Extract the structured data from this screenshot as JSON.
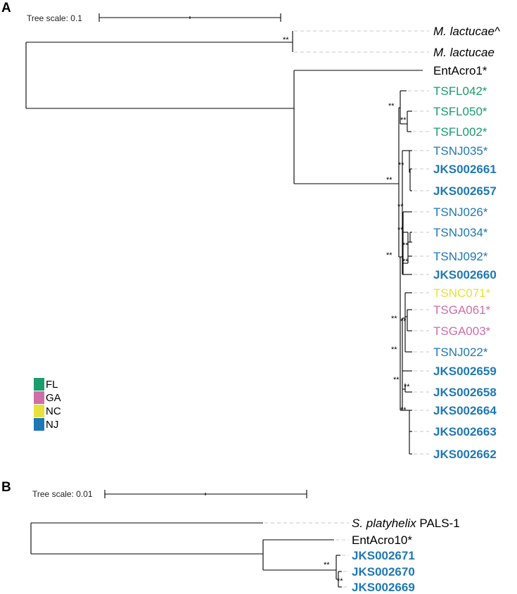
{
  "panel_a": {
    "letter": "A",
    "scale_label": "Tree scale: 0.1",
    "taxa": [
      {
        "plain": "",
        "italic": "M. lactucae^",
        "color": "#000000",
        "bold": false
      },
      {
        "plain": "",
        "italic": "M. lactucae",
        "color": "#000000",
        "bold": false
      },
      {
        "plain": "EntAcro1*",
        "italic": "",
        "color": "#000000",
        "bold": false
      },
      {
        "plain": "TSFL042*",
        "italic": "",
        "color": "#1a9c6c",
        "bold": false
      },
      {
        "plain": "TSFL050*",
        "italic": "",
        "color": "#1a9c6c",
        "bold": false
      },
      {
        "plain": "TSFL002*",
        "italic": "",
        "color": "#1a9c6c",
        "bold": false
      },
      {
        "plain": "TSNJ035*",
        "italic": "",
        "color": "#1f78b4",
        "bold": false
      },
      {
        "plain": "JKS002661",
        "italic": "",
        "color": "#1f78b4",
        "bold": true
      },
      {
        "plain": "JKS002657",
        "italic": "",
        "color": "#1f78b4",
        "bold": true
      },
      {
        "plain": "TSNJ026*",
        "italic": "",
        "color": "#1f78b4",
        "bold": false
      },
      {
        "plain": "TSNJ034*",
        "italic": "",
        "color": "#1f78b4",
        "bold": false
      },
      {
        "plain": "TSNJ092*",
        "italic": "",
        "color": "#1f78b4",
        "bold": false
      },
      {
        "plain": "JKS002660",
        "italic": "",
        "color": "#1f78b4",
        "bold": true
      },
      {
        "plain": "TSNC071*",
        "italic": "",
        "color": "#e6e13c",
        "bold": false
      },
      {
        "plain": "TSGA061*",
        "italic": "",
        "color": "#d06ea8",
        "bold": false
      },
      {
        "plain": "TSGA003*",
        "italic": "",
        "color": "#d06ea8",
        "bold": false
      },
      {
        "plain": "TSNJ022*",
        "italic": "",
        "color": "#1f78b4",
        "bold": false
      },
      {
        "plain": "JKS002659",
        "italic": "",
        "color": "#1f78b4",
        "bold": true
      },
      {
        "plain": "JKS002658",
        "italic": "",
        "color": "#1f78b4",
        "bold": true
      },
      {
        "plain": "JKS002664",
        "italic": "",
        "color": "#1f78b4",
        "bold": true
      },
      {
        "plain": "JKS002663",
        "italic": "",
        "color": "#1f78b4",
        "bold": true
      },
      {
        "plain": "JKS002662",
        "italic": "",
        "color": "#1f78b4",
        "bold": true
      }
    ],
    "support_label": "**",
    "legend": [
      {
        "label": "FL",
        "color": "#1a9c6c"
      },
      {
        "label": "GA",
        "color": "#d06ea8"
      },
      {
        "label": "NC",
        "color": "#e6e13c"
      },
      {
        "label": "NJ",
        "color": "#1f78b4"
      }
    ]
  },
  "panel_b": {
    "letter": "B",
    "scale_label": "Tree scale: 0.01",
    "taxa": [
      {
        "italic": "S. platyhelix",
        "plain": " PALS-1",
        "color": "#000000",
        "bold": false
      },
      {
        "italic": "",
        "plain": "EntAcro10*",
        "color": "#000000",
        "bold": false
      },
      {
        "italic": "",
        "plain": "JKS002671",
        "color": "#1f78b4",
        "bold": true
      },
      {
        "italic": "",
        "plain": "JKS002670",
        "color": "#1f78b4",
        "bold": true
      },
      {
        "italic": "",
        "plain": "JKS002669",
        "color": "#1f78b4",
        "bold": true
      }
    ],
    "support_label": "**"
  }
}
